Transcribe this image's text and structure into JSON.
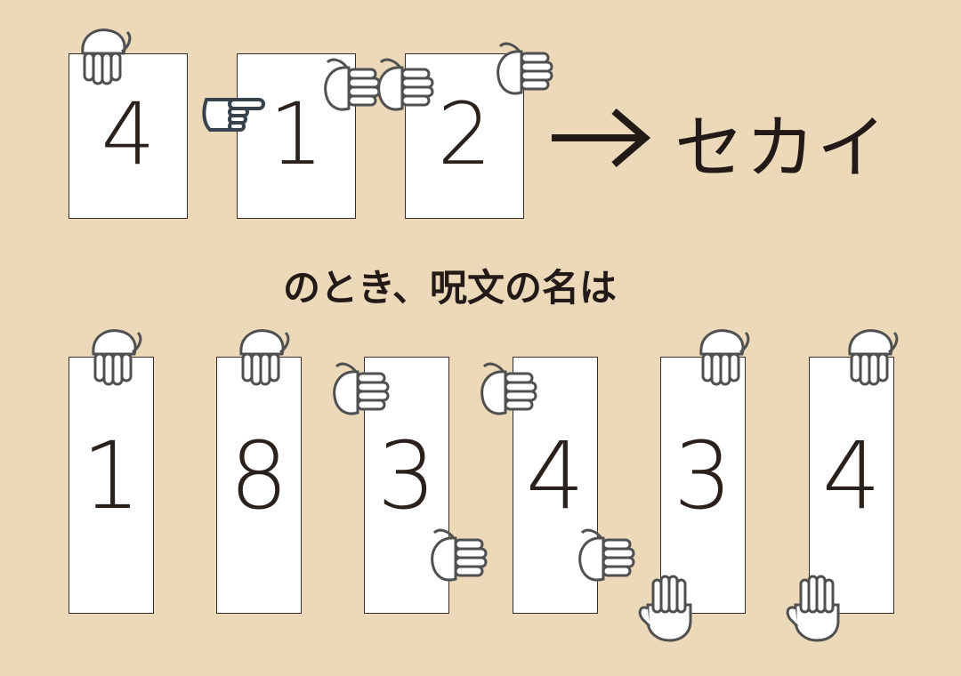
{
  "top_cards": [
    {
      "number": "4"
    },
    {
      "number": "1"
    },
    {
      "number": "2"
    }
  ],
  "result_word": "セカイ",
  "caption": "のとき、呪文の名は",
  "bottom_cards": [
    {
      "number": "1"
    },
    {
      "number": "8"
    },
    {
      "number": "3"
    },
    {
      "number": "4"
    },
    {
      "number": "3"
    },
    {
      "number": "4"
    }
  ],
  "colors": {
    "background": "#ebd9b9",
    "card": "#ffffff",
    "ink": "#231a17",
    "hand_outline": "#505050"
  },
  "icons": [
    "hand-icon",
    "pointing-hand-icon",
    "right-arrow-icon"
  ]
}
